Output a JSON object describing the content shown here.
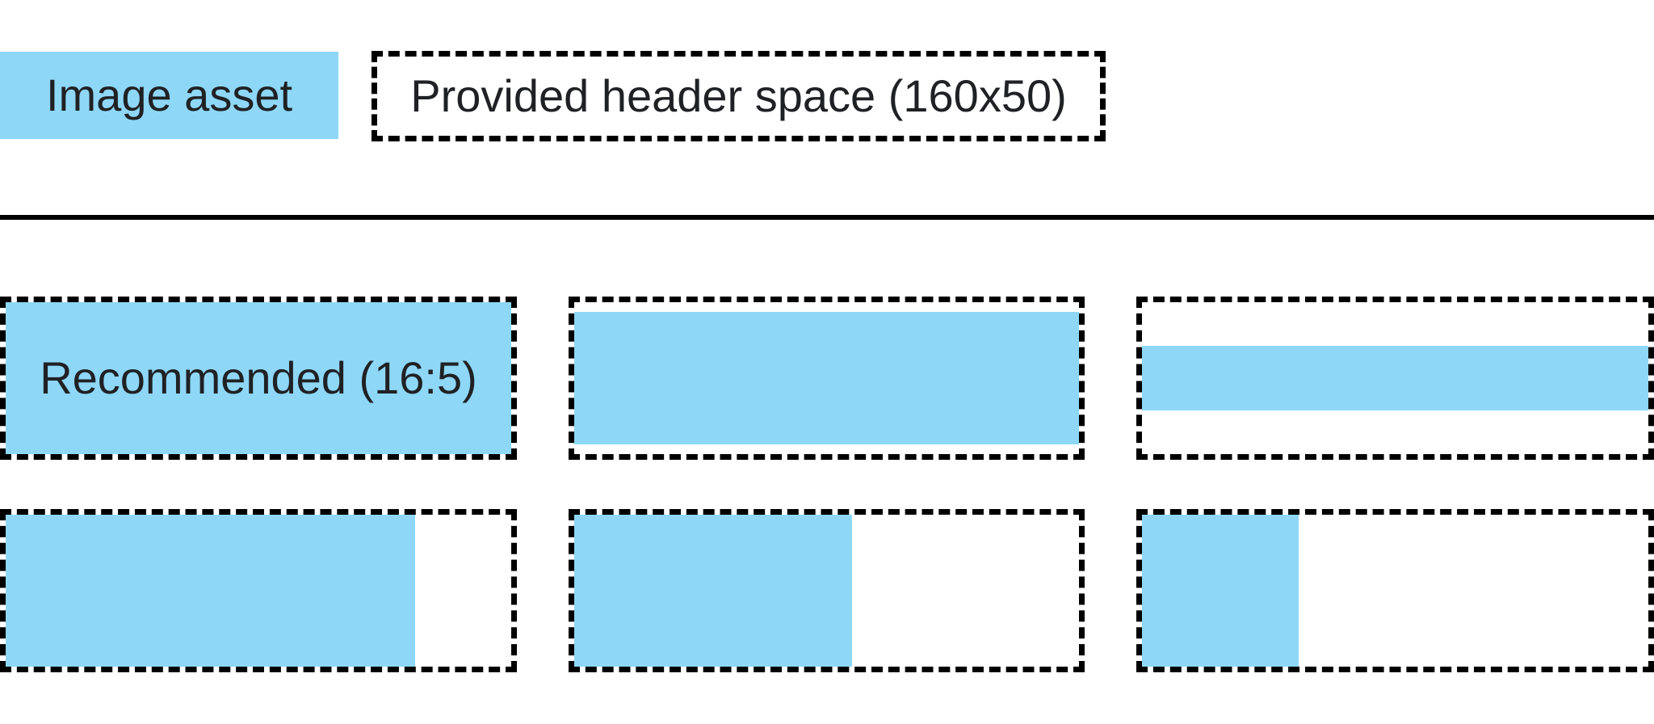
{
  "colors": {
    "asset_blue": "#8ED7F7",
    "line_black": "#000000",
    "text": "#202124",
    "background": "#FFFFFF"
  },
  "legend": {
    "image_asset": {
      "label": "Image asset"
    },
    "header_space": {
      "label": "Provided header space (160x50)"
    }
  },
  "examples": {
    "cells": [
      {
        "name": "recommended-16-5",
        "label": "Recommended (16:5)",
        "fill_width_pct": 100,
        "fill_height_pct": 100,
        "fill_h_align": "left",
        "fill_v_align": "top"
      },
      {
        "name": "full-width-near-ratio",
        "label": "",
        "fill_width_pct": 100,
        "fill_height_pct": 87,
        "fill_h_align": "left",
        "fill_v_align": "center"
      },
      {
        "name": "full-width-thin-strip",
        "label": "",
        "fill_width_pct": 100,
        "fill_height_pct": 43,
        "fill_h_align": "left",
        "fill_v_align": "center"
      },
      {
        "name": "full-height-wide",
        "label": "",
        "fill_width_pct": 81,
        "fill_height_pct": 100,
        "fill_h_align": "left",
        "fill_v_align": "top"
      },
      {
        "name": "full-height-medium",
        "label": "",
        "fill_width_pct": 55,
        "fill_height_pct": 100,
        "fill_h_align": "left",
        "fill_v_align": "top"
      },
      {
        "name": "full-height-narrow",
        "label": "",
        "fill_width_pct": 31,
        "fill_height_pct": 100,
        "fill_h_align": "left",
        "fill_v_align": "top"
      }
    ]
  }
}
